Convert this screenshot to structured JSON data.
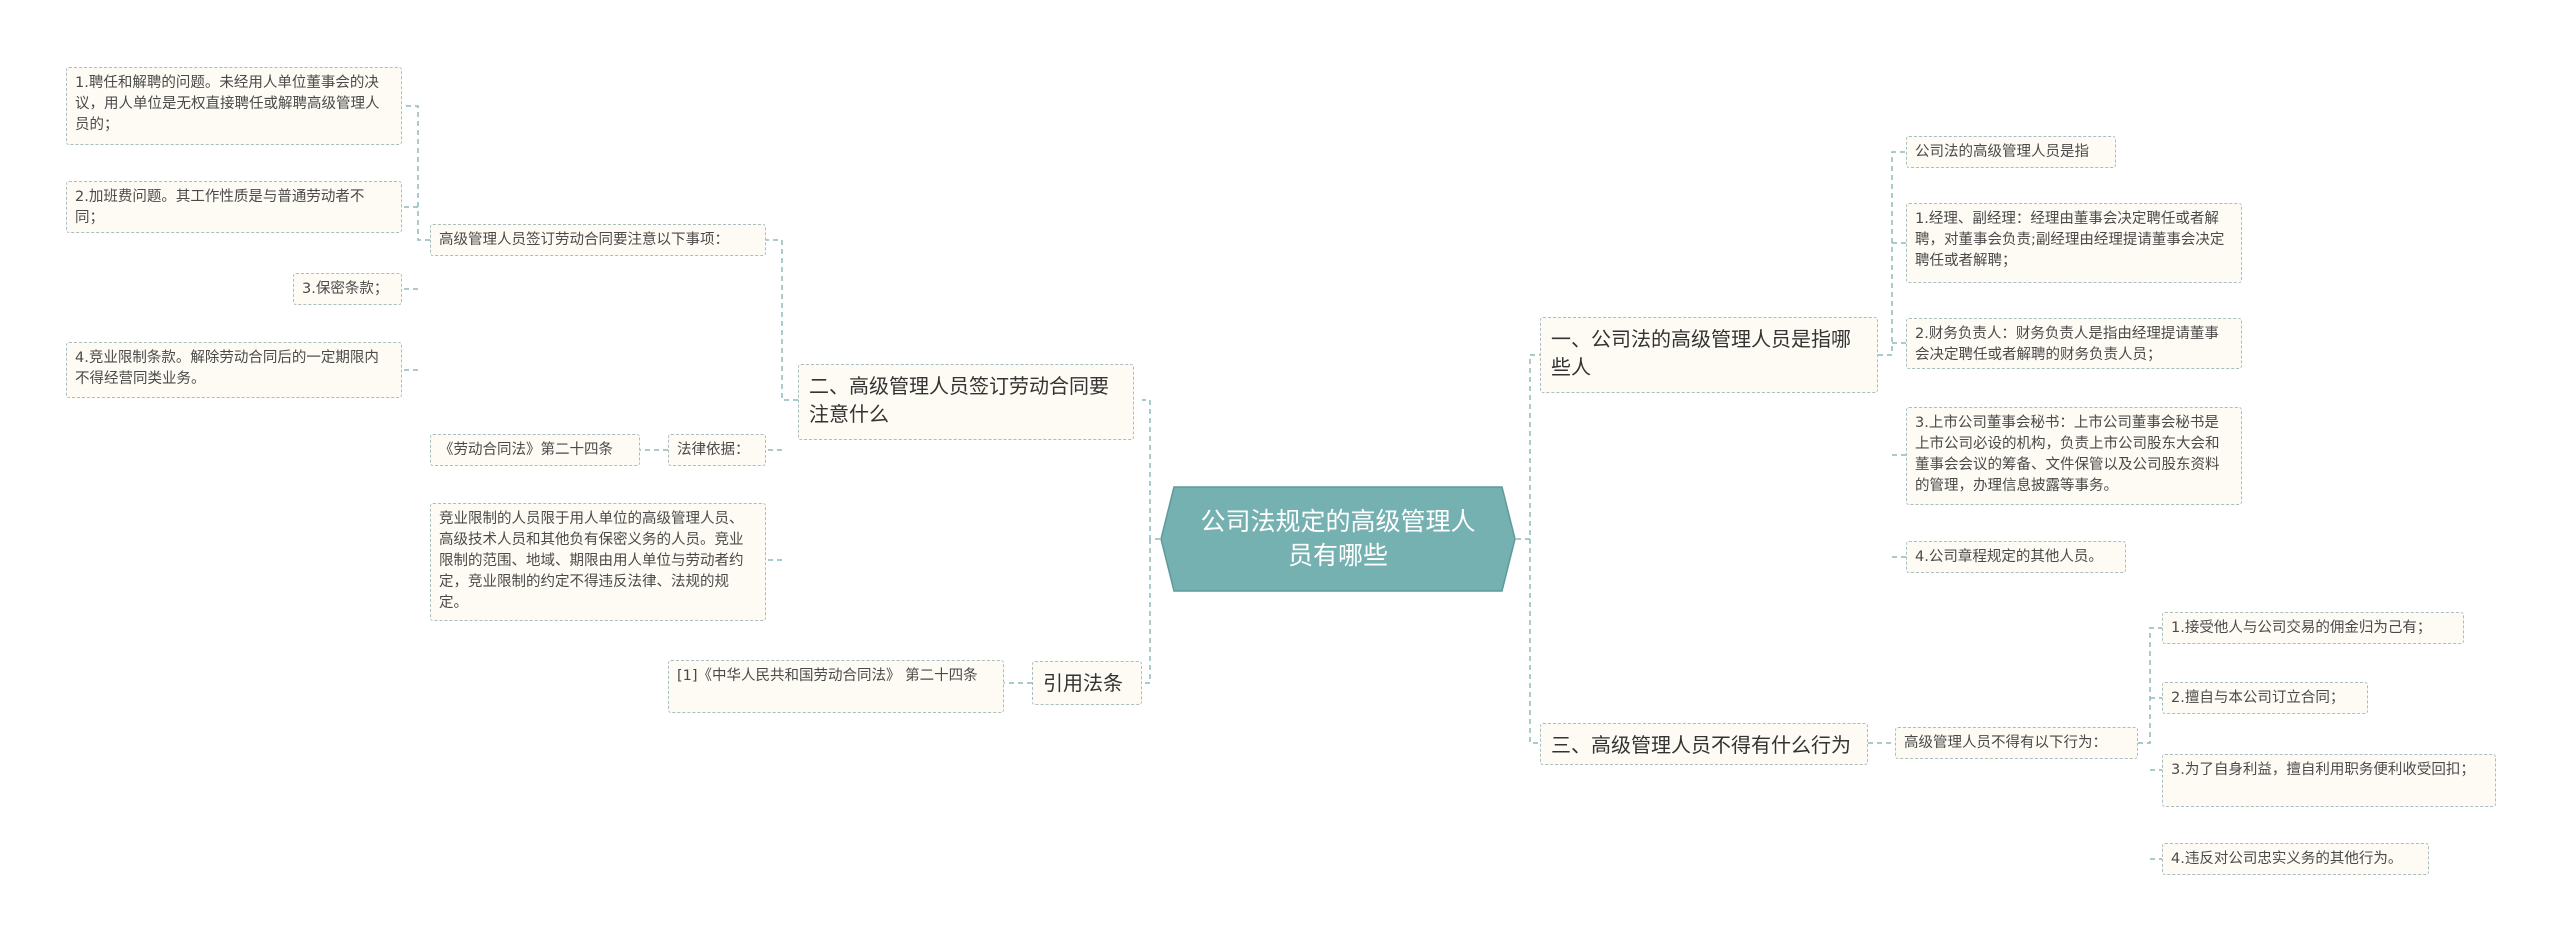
{
  "colors": {
    "root_fill": "#76b1b1",
    "root_stroke": "#5e9a9a",
    "node_fill": "#fdfbf3",
    "node_border": "#a9bfbf",
    "connector": "#8fb9ba",
    "root_text": "#ffffff"
  },
  "root": {
    "label": "公司法规定的高级管理人员有哪些"
  },
  "branch1": {
    "label": "一、公司法的高级管理人员是指哪些人",
    "items": [
      "公司法的高级管理人员是指",
      "1.经理、副经理：经理由董事会决定聘任或者解聘，对董事会负责;副经理由经理提请董事会决定聘任或者解聘；",
      "2.财务负责人：财务负责人是指由经理提请董事会决定聘任或者解聘的财务负责人员；",
      "3.上市公司董事会秘书：上市公司董事会秘书是上市公司必设的机构，负责上市公司股东大会和董事会会议的筹备、文件保管以及公司股东资料的管理，办理信息披露等事务。",
      "4.公司章程规定的其他人员。"
    ]
  },
  "branch2": {
    "label": "二、高级管理人员签订劳动合同要注意什么",
    "sub1": {
      "label": "高级管理人员签订劳动合同要注意以下事项：",
      "items": [
        "1.聘任和解聘的问题。未经用人单位董事会的决议，用人单位是无权直接聘任或解聘高级管理人员的；",
        "2.加班费问题。其工作性质是与普通劳动者不同；",
        "3.保密条款；",
        "4.竞业限制条款。解除劳动合同后的一定期限内不得经营同类业务。"
      ]
    },
    "sub2": {
      "label": "法律依据：",
      "items": [
        "《劳动合同法》第二十四条"
      ]
    },
    "sub3": {
      "label": "竞业限制的人员限于用人单位的高级管理人员、高级技术人员和其他负有保密义务的人员。竞业限制的范围、地域、期限由用人单位与劳动者约定，竞业限制的约定不得违反法律、法规的规定。"
    }
  },
  "branch3": {
    "label": "三、高级管理人员不得有什么行为",
    "sub1": {
      "label": "高级管理人员不得有以下行为：",
      "items": [
        "1.接受他人与公司交易的佣金归为己有；",
        "2.擅自与本公司订立合同；",
        "3.为了自身利益，擅自利用职务便利收受回扣；",
        "4.违反对公司忠实义务的其他行为。"
      ]
    }
  },
  "branch4": {
    "label": "引用法条",
    "items": [
      "[1]《中华人民共和国劳动合同法》 第二十四条"
    ]
  }
}
